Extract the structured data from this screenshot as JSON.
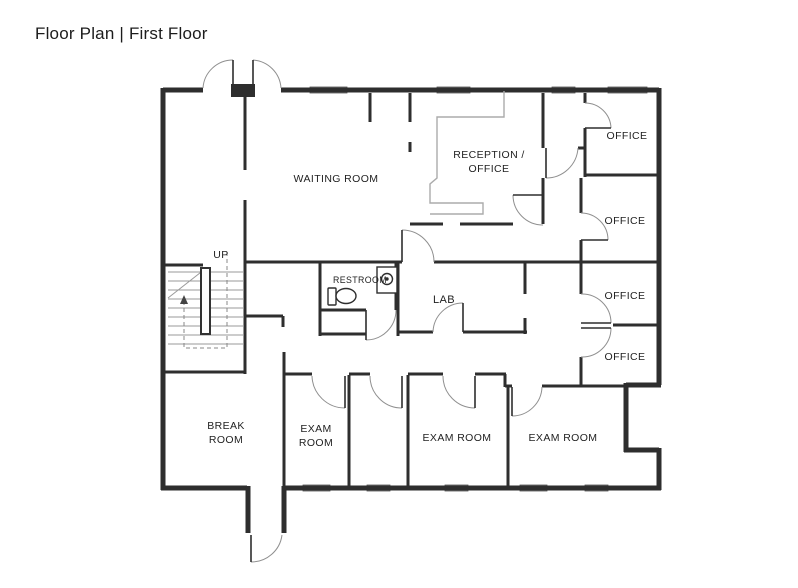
{
  "header": {
    "title": "Floor Plan | First Floor"
  },
  "floor_plan": {
    "labels": {
      "waiting_room": "WAITING ROOM",
      "reception_line1": "RECEPTION /",
      "reception_line2": "OFFICE",
      "office_top_1": "OFFICE",
      "office_top_2": "OFFICE",
      "office_right_1": "OFFICE",
      "office_right_2": "OFFICE",
      "restroom": "RESTROOM",
      "lab": "LAB",
      "break_line1": "BREAK",
      "break_line2": "ROOM",
      "exam1_line1": "EXAM",
      "exam1_line2": "ROOM",
      "exam2": "EXAM ROOM",
      "exam3": "EXAM ROOM",
      "stairs_up": "UP"
    },
    "colors": {
      "wall": "#2e2e2e",
      "door_arc": "#8f8f8f",
      "window_fill": "#c9c9c9",
      "window_stroke": "#555555",
      "counter": "#ababab",
      "tread": "#9a9a9a",
      "dashed_path": "#888888",
      "label_text": "#1f1f1f"
    }
  }
}
